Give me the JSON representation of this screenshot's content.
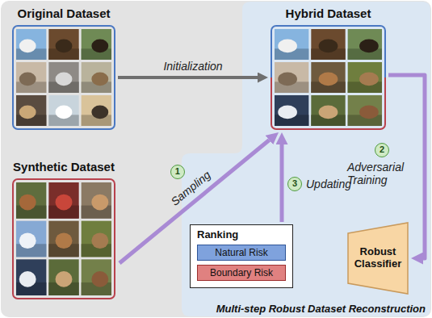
{
  "diagram": {
    "nodes": [
      {
        "text": [
          "Original Dataset"
        ]
      },
      {
        "text": [
          "Synthetic Dataset"
        ]
      },
      {
        "text": [
          "Multi-step Robust Dataset Reconstruction"
        ]
      },
      {
        "text": [
          "Hybrid Dataset"
        ],
        "in": 2
      },
      {
        "text": [
          "Ranking"
        ],
        "in": 2
      },
      {
        "text": [
          "Natural Risk"
        ],
        "in": 4
      },
      {
        "text": [
          "Boundary Risk"
        ],
        "in": 4
      },
      {
        "text": [
          "Robust Classifier"
        ],
        "in": 2
      }
    ],
    "edges": [
      {
        "from": 0,
        "to": 3,
        "arrow": "to",
        "label": "Initialization"
      },
      {
        "from": 1,
        "to": 3,
        "arrow": "to",
        "label": "Sampling"
      },
      {
        "from": 3,
        "to": 7,
        "arrow": "to",
        "label": "Adversarial Training"
      },
      {
        "from": 4,
        "to": 3,
        "arrow": "to",
        "label": "Updating"
      }
    ],
    "labels": [
      "1",
      "2",
      "3"
    ]
  }
}
